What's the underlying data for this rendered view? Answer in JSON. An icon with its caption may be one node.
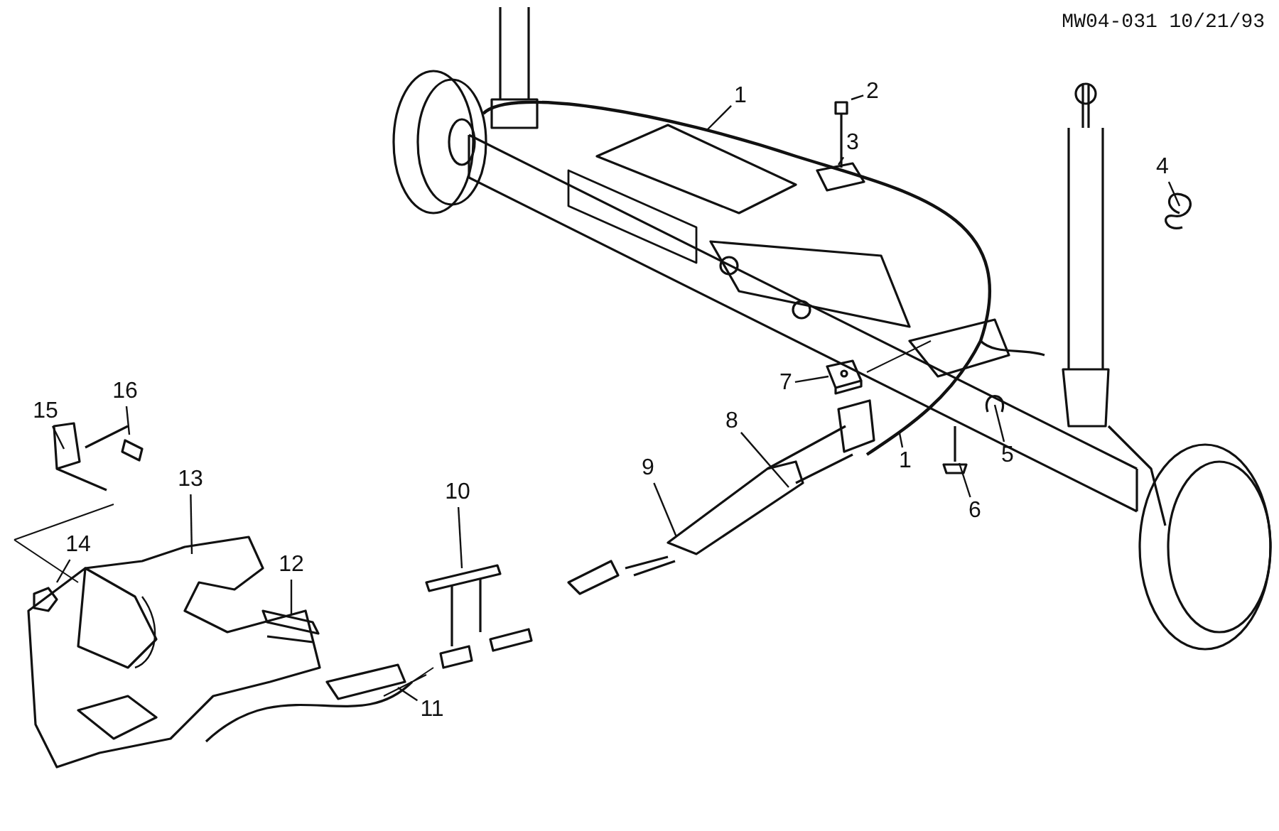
{
  "diagram": {
    "nodes": [
      {
        "text": [
          "1"
        ]
      },
      {
        "text": [
          "2"
        ]
      },
      {
        "text": [
          "3"
        ]
      },
      {
        "text": [
          "4"
        ]
      },
      {
        "text": [
          "5"
        ]
      },
      {
        "text": [
          "6"
        ]
      },
      {
        "text": [
          "7"
        ]
      },
      {
        "text": [
          "8"
        ]
      },
      {
        "text": [
          "1"
        ]
      },
      {
        "text": [
          "9"
        ]
      },
      {
        "text": [
          "10"
        ]
      },
      {
        "text": [
          "11"
        ]
      },
      {
        "text": [
          "12"
        ]
      },
      {
        "text": [
          "13"
        ]
      },
      {
        "text": [
          "14"
        ]
      },
      {
        "text": [
          "15"
        ]
      },
      {
        "text": [
          "16"
        ]
      }
    ],
    "edges": [
      {
        "from": 0,
        "to": null,
        "arrow": "none"
      },
      {
        "from": 1,
        "to": null,
        "arrow": "none"
      },
      {
        "from": 2,
        "to": null,
        "arrow": "none"
      },
      {
        "from": 3,
        "to": null,
        "arrow": "none"
      },
      {
        "from": 4,
        "to": null,
        "arrow": "none"
      },
      {
        "from": 5,
        "to": null,
        "arrow": "none"
      },
      {
        "from": 6,
        "to": null,
        "arrow": "none"
      },
      {
        "from": 7,
        "to": null,
        "arrow": "none"
      },
      {
        "from": 8,
        "to": null,
        "arrow": "none"
      },
      {
        "from": 9,
        "to": null,
        "arrow": "none"
      },
      {
        "from": 10,
        "to": null,
        "arrow": "none"
      },
      {
        "from": 11,
        "to": null,
        "arrow": "none"
      },
      {
        "from": 12,
        "to": null,
        "arrow": "none"
      },
      {
        "from": 13,
        "to": null,
        "arrow": "none"
      },
      {
        "from": 14,
        "to": null,
        "arrow": "none"
      },
      {
        "from": 15,
        "to": null,
        "arrow": "none"
      },
      {
        "from": 16,
        "to": null,
        "arrow": "none"
      }
    ],
    "labels": [
      "MW04-031 10/21/93"
    ]
  }
}
